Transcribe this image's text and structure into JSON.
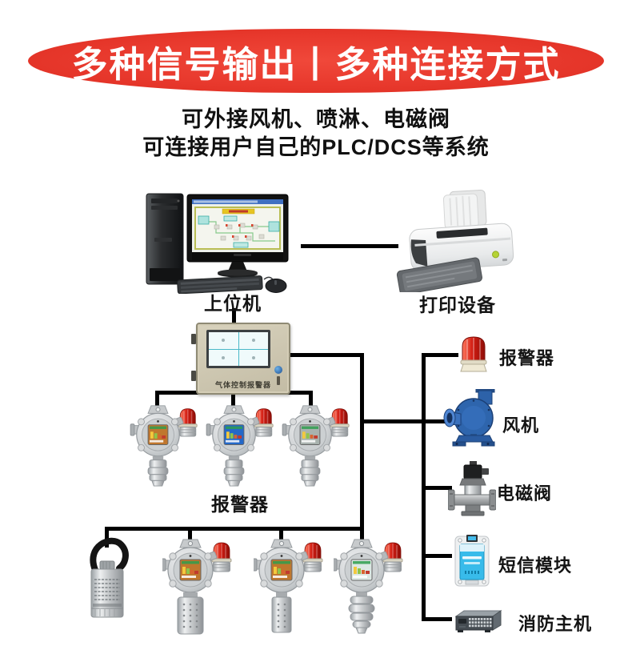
{
  "banner": {
    "title": "多种信号输出丨多种连接方式"
  },
  "intro": {
    "line1": "可外接风机、喷淋、电磁阀",
    "line2": "可连接用户自己的PLC/DCS等系统"
  },
  "diagram": {
    "computer_label": "上位机",
    "printer_label": "打印设备",
    "controller_text": "气体控制报警器",
    "detector_group_label": "报警器",
    "right_items": [
      {
        "label": "报警器"
      },
      {
        "label": "风机"
      },
      {
        "label": "电磁阀"
      },
      {
        "label": "短信模块"
      },
      {
        "label": "消防主机"
      }
    ]
  },
  "colors": {
    "banner_red": "#e8392d",
    "wire_black": "#000000",
    "beacon_red": "#d21c12",
    "fan_blue": "#2e65ad",
    "sms_cyan": "#38bbea",
    "controller_beige": "#cdc6b0",
    "screen_orange": "#c0772e",
    "screen_blue": "#2468c8",
    "screen_gray": "#a8b2ae",
    "screen_pale": "#dde8e4"
  }
}
